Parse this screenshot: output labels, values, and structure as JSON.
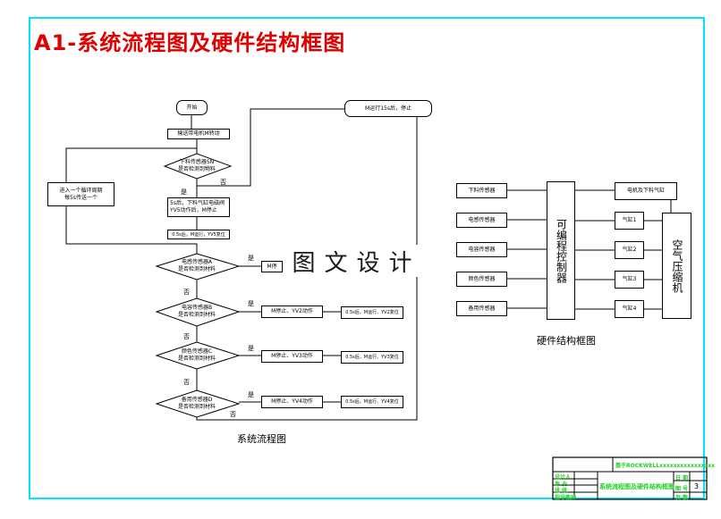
{
  "title": "A1-系统流程图及硬件结构框图",
  "watermark": "图文设计",
  "flowchart": {
    "start": "开始",
    "conveyor": "输送带电机M转动",
    "feed_check": "下料传感器SN\n是否检测到物料",
    "feed_action": "5s后，下料气缸电磁阀YV5动作后，M停止",
    "feed_reset": "0.5s后，M运行，YV5复位",
    "loop": "进入一个循环周期\n每5s传送一个",
    "stop": "M运行15s后，停止",
    "yes": "是",
    "no": "否",
    "checks": [
      {
        "q": "电感传感器A\n是否检测到材料",
        "action": "M停",
        "reset": ""
      },
      {
        "q": "电容传感器B\n是否检测到材料",
        "action": "M停止、YV2动作",
        "reset": "0.5s后，M运行、YV2复位"
      },
      {
        "q": "颜色传感器C\n是否检测到材料",
        "action": "M停止、YV3动作",
        "reset": "0.5s后，M运行、YV3复位"
      },
      {
        "q": "备用传感器D\n是否检测到材料",
        "action": "M停止、YV4动作",
        "reset": "0.5s后，M运行、YV4复位"
      }
    ],
    "caption": "系统流程图"
  },
  "hardware": {
    "sensors": [
      "下料传感器",
      "电感传感器",
      "电容传感器",
      "颜色传感器",
      "备用传感器"
    ],
    "plc": "可编程控制器",
    "outputs": [
      "电机及下料气缸",
      "气缸1",
      "气缸2",
      "气缸3",
      "气缸4"
    ],
    "compressor": "空气压缩机",
    "caption": "硬件结构框图"
  },
  "title_block": {
    "project": "基于ROCKWELL",
    "project_rest": "xxxxxxxxxxxxxxxx",
    "left_labels": [
      "设计人",
      "专 业",
      "班 级",
      "指导教师"
    ],
    "drawing_name": "系统流程图及硬件结构框图",
    "right_labels": [
      "日 期",
      "图 号",
      "页 数"
    ],
    "sheet_number": "3"
  },
  "colors": {
    "title": "#e00000",
    "frame": "#00e5ff",
    "title_block_text": "#1fd21f"
  }
}
